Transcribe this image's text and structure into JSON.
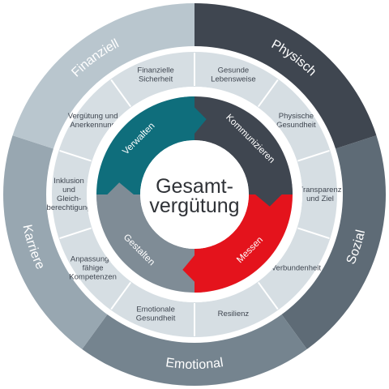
{
  "center": {
    "line1": "Gesamt-",
    "line2": "vergütung"
  },
  "outer_ring": [
    {
      "label": "Physisch",
      "color": "#3f4650"
    },
    {
      "label": "Sozial",
      "color": "#5e6b76"
    },
    {
      "label": "Emotional",
      "color": "#75848f"
    },
    {
      "label": "Karriere",
      "color": "#98a7b1"
    },
    {
      "label": "Finanziell",
      "color": "#b9c6ce"
    }
  ],
  "segments": [
    {
      "lines": [
        "Gesunde",
        "Lebensweise"
      ]
    },
    {
      "lines": [
        "Physische",
        "Gesundheit"
      ]
    },
    {
      "lines": [
        "Transparenz",
        "und Ziel"
      ]
    },
    {
      "lines": [
        "Verbundenheit"
      ]
    },
    {
      "lines": [
        "Resilienz"
      ]
    },
    {
      "lines": [
        "Emotionale",
        "Gesundheit"
      ]
    },
    {
      "lines": [
        "Anpassungs-",
        "fähige",
        "Kompetenzen"
      ]
    },
    {
      "lines": [
        "Inklusion",
        "und",
        "Gleich-",
        "berechtigung"
      ]
    },
    {
      "lines": [
        "Vergütung und",
        "Anerkennung"
      ]
    },
    {
      "lines": [
        "Finanzielle",
        "Sicherheit"
      ]
    }
  ],
  "process": [
    {
      "label": "Kommunizieren",
      "color": "#3f4650"
    },
    {
      "label": "Messen",
      "color": "#e4131c"
    },
    {
      "label": "Gestalten",
      "color": "#7f8c96"
    },
    {
      "label": "Verwalten",
      "color": "#0f6e7c"
    }
  ],
  "colors": {
    "segment_fill": "#d6dee3",
    "divider": "#ffffff",
    "background": "#ffffff"
  }
}
